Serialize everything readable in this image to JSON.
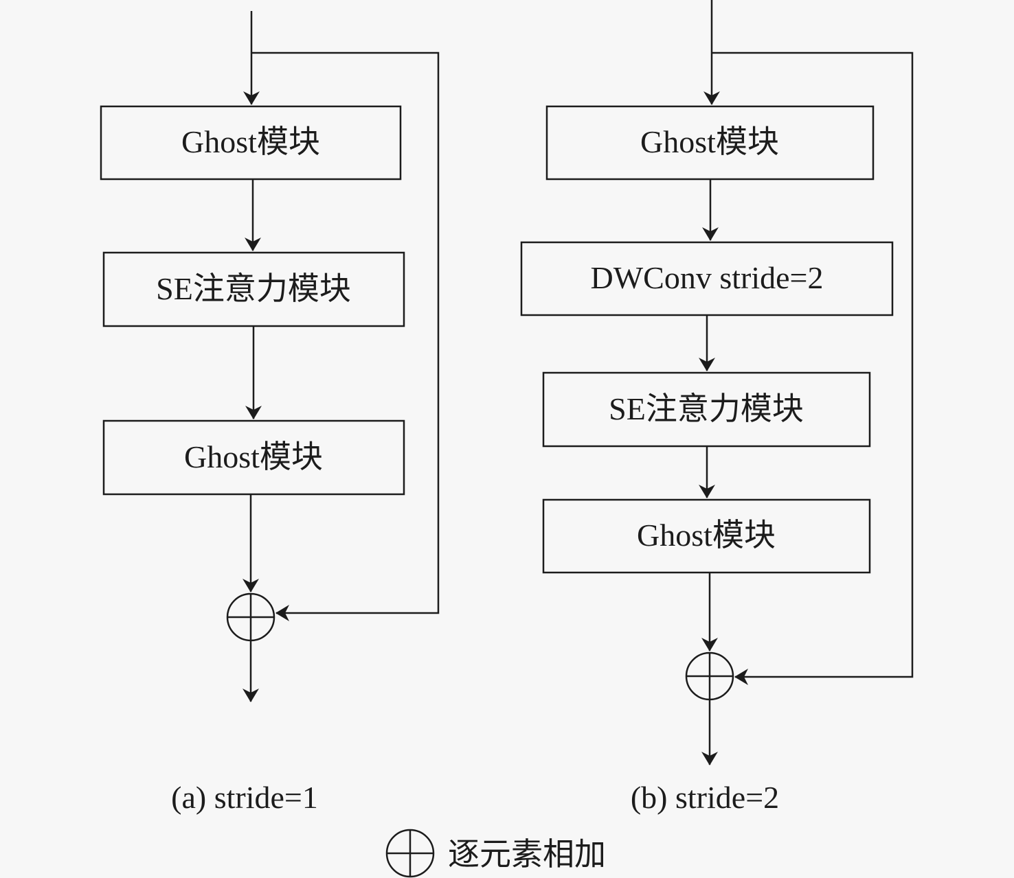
{
  "diagram": {
    "panel_a": {
      "caption": "(a) stride=1",
      "blocks": [
        "Ghost模块",
        "SE注意力模块",
        "Ghost模块"
      ],
      "operator": "add-operator"
    },
    "panel_b": {
      "caption": "(b) stride=2",
      "blocks": [
        "Ghost模块",
        "DWConv stride=2",
        "SE注意力模块",
        "Ghost模块"
      ],
      "operator": "add-operator"
    },
    "legend": {
      "symbol": "circle-plus-icon",
      "label": "逐元素相加"
    },
    "colors": {
      "stroke": "#1c1c1c",
      "background": "#f7f7f7"
    }
  }
}
